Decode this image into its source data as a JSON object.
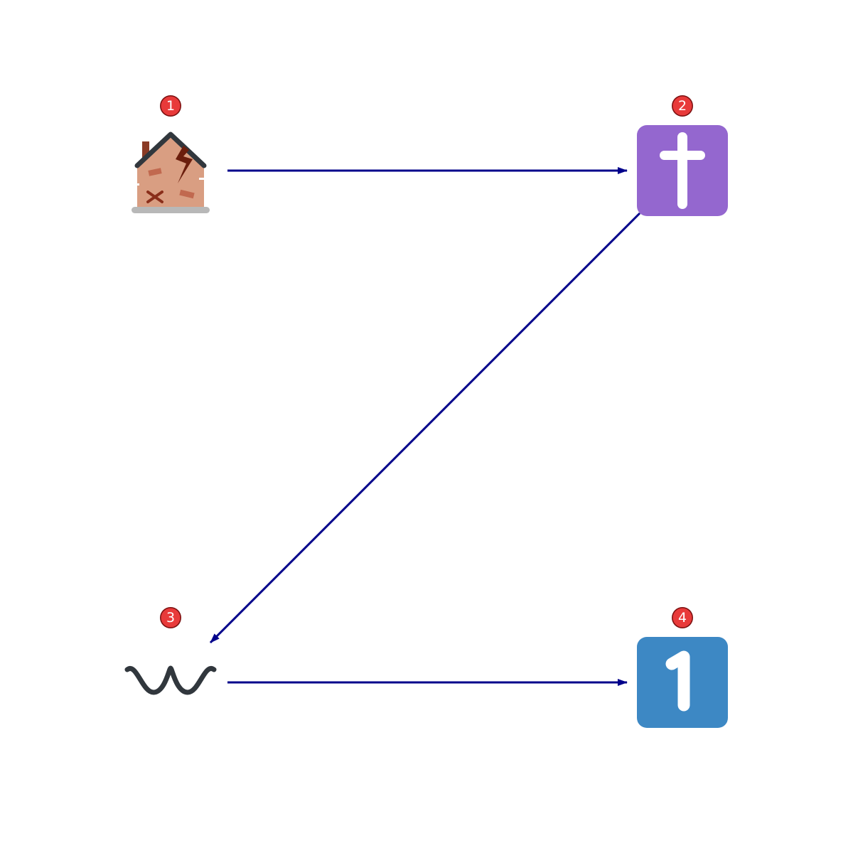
{
  "colors": {
    "arrow": "#00008b",
    "badge_fill": "#e83a3a",
    "badge_stroke": "#7a0f0f",
    "cross_bg": "#9467cf",
    "keycap_bg": "#3d88c4"
  },
  "nodes": [
    {
      "id": "n1",
      "badge": "1",
      "icon": "derelict-house-icon"
    },
    {
      "id": "n2",
      "badge": "2",
      "icon": "latin-cross-icon"
    },
    {
      "id": "n3",
      "badge": "3",
      "icon": "wavy-dash-icon"
    },
    {
      "id": "n4",
      "badge": "4",
      "icon": "keycap-one-icon",
      "glyph": "1"
    }
  ],
  "edges": [
    {
      "from": "n1",
      "to": "n2"
    },
    {
      "from": "n2",
      "to": "n3"
    },
    {
      "from": "n3",
      "to": "n4"
    }
  ]
}
